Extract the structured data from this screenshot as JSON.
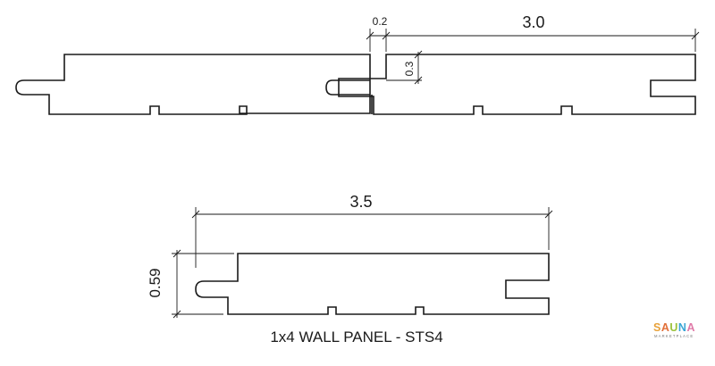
{
  "diagram": {
    "top_dims": {
      "gap": "0.2",
      "width": "3.0",
      "tongue_depth": "0.3"
    },
    "bottom_dims": {
      "width": "3.5",
      "thickness": "0.59"
    },
    "caption": "1x4 WALL PANEL - STS4"
  },
  "logo": {
    "letters": [
      {
        "char": "S",
        "color": "#e8a23a"
      },
      {
        "char": "A",
        "color": "#e2703a"
      },
      {
        "char": "U",
        "color": "#9bc23c"
      },
      {
        "char": "N",
        "color": "#3aa6d6"
      },
      {
        "char": "A",
        "color": "#e07aa8"
      }
    ],
    "subtitle": "MARKETPLACE"
  }
}
